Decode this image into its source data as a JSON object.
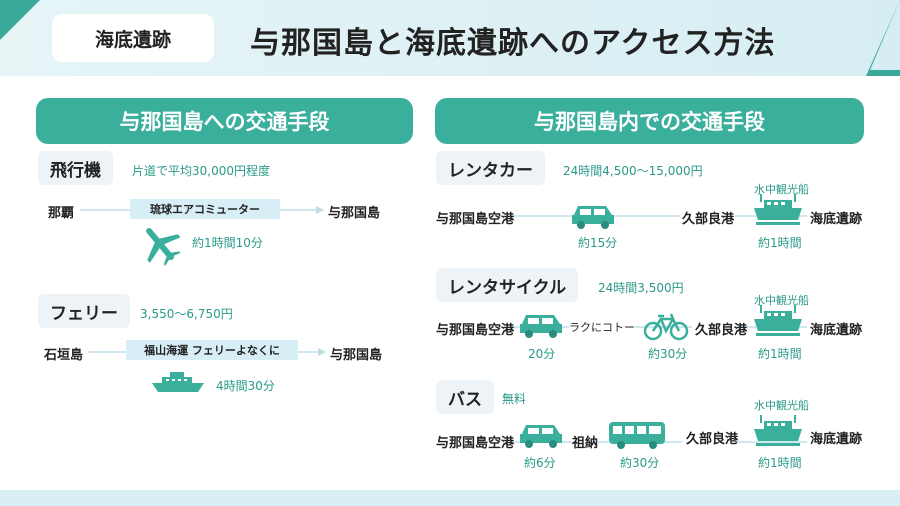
{
  "header": {
    "tag": "海底遺跡",
    "title": "与那国島と海底遺跡へのアクセス方法"
  },
  "left": {
    "heading": "与那国島への交通手段",
    "plane": {
      "label": "飛行機",
      "note": "片道で平均30,000円程度",
      "from": "那覇",
      "carrier": "琉球エアコミューター",
      "to": "与那国島",
      "time": "約1時間10分"
    },
    "ferry": {
      "label": "フェリー",
      "note": "3,550〜6,750円",
      "from": "石垣島",
      "carrier": "福山海運 フェリーよなくに",
      "to": "与那国島",
      "time": "4時間30分"
    }
  },
  "right": {
    "heading": "与那国島内での交通手段",
    "car": {
      "label": "レンタカー",
      "note": "24時間4,500〜15,000円",
      "from": "与那国島空港",
      "t1": "約15分",
      "mid": "久部良港",
      "boat": "水中観光船",
      "t2": "約1時間",
      "to": "海底遺跡"
    },
    "cycle": {
      "label": "レンタサイクル",
      "note": "24時間3,500円",
      "from": "与那国島空港",
      "t1": "20分",
      "via": "ラクにコトー",
      "t2": "約30分",
      "mid": "久部良港",
      "boat": "水中観光船",
      "t3": "約1時間",
      "to": "海底遺跡"
    },
    "bus": {
      "label": "バス",
      "note": "無料",
      "from": "与那国島空港",
      "t1": "約6分",
      "via": "祖納",
      "t2": "約30分",
      "mid": "久部良港",
      "boat": "水中観光船",
      "t3": "約1時間",
      "to": "海底遺跡"
    }
  },
  "colors": {
    "accent": "#3aaf9c",
    "line": "#cfe8f0",
    "note": "#2a9a88"
  }
}
